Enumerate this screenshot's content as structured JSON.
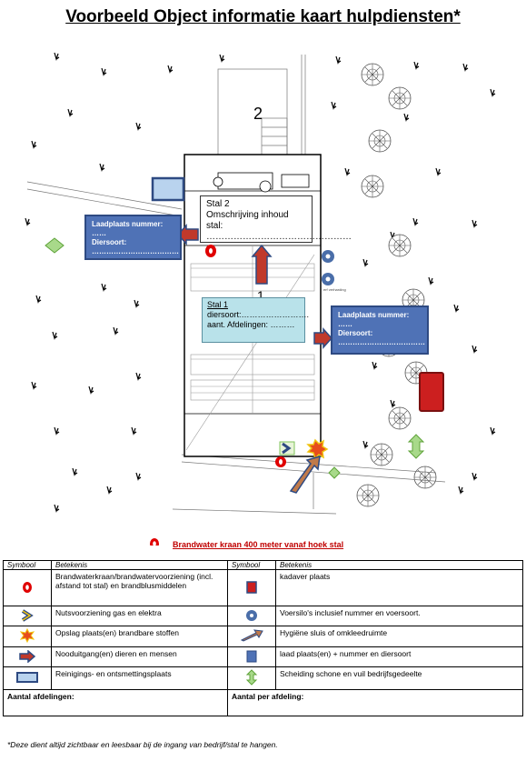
{
  "title": "Voorbeeld Object informatie kaart hulpdiensten*",
  "map": {
    "stal2_number": "2",
    "stal1_number": "1",
    "stal2_box": {
      "heading": "Stal  2",
      "line1": "Omschrijving inhoud stal:",
      "line2": "…………………………………………"
    },
    "stal1_box": {
      "heading": "Stal 1",
      "line1": "diersoort:…………………….",
      "line2": "aant. Afdelingen: ………"
    },
    "laadplaats_left": {
      "line1": "Laadplaats nummer: ……",
      "line2": "Diersoort:",
      "line3": "………………………………"
    },
    "laadplaats_right": {
      "line1": "Laadplaats nummer: ……",
      "line2": "Diersoort:",
      "line3": "………………………………"
    }
  },
  "caption": "Brandwater kraan 400 meter vanaf hoek stal",
  "legend": {
    "header": {
      "symbol": "Symbool",
      "meaning": "Betekenis"
    },
    "rows": [
      {
        "left_icon": "fire-hydrant-icon",
        "left_text": "Brandwaterkraan/brandwatervoorziening (incl. afstand tot stal) en brandblusmiddelen",
        "right_icon": "carcass-place-icon",
        "right_text": "kadaver plaats"
      },
      {
        "left_icon": "utility-chevron-icon",
        "left_text": "Nutsvoorziening gas en elektra",
        "right_icon": "silo-icon",
        "right_text": "Voersilo's inclusief nummer en voersoort."
      },
      {
        "left_icon": "flammable-storage-icon",
        "left_text": "Opslag plaats(en) brandbare stoffen",
        "right_icon": "hygiene-sluice-arrow-icon",
        "right_text": "Hygiëne sluis of omkleedruimte"
      },
      {
        "left_icon": "emergency-exit-arrow-icon",
        "left_text": "Nooduitgang(en) dieren en mensen",
        "right_icon": "loading-place-icon",
        "right_text": "laad plaats(en) + nummer  en diersoort"
      },
      {
        "left_icon": "cleaning-place-icon",
        "left_text": "Reinigings- en ontsmettingsplaats",
        "right_icon": "clean-dirty-divider-icon",
        "right_text": "Scheiding schone en vuil bedrijfsgedeelte"
      }
    ],
    "footer_left": "Aantal afdelingen:",
    "footer_right": "Aantal per afdeling:"
  },
  "footnote": "*Deze dient altijd zichtbaar en leesbaar bij de ingang van bedrijf/stal te hangen.",
  "colors": {
    "loading_box": "#4f72b6",
    "stal1_box": "#b9e2ea",
    "exit_arrow": "#c0392b",
    "silo": "#4a6ea9",
    "divider": "#7fc35a"
  }
}
